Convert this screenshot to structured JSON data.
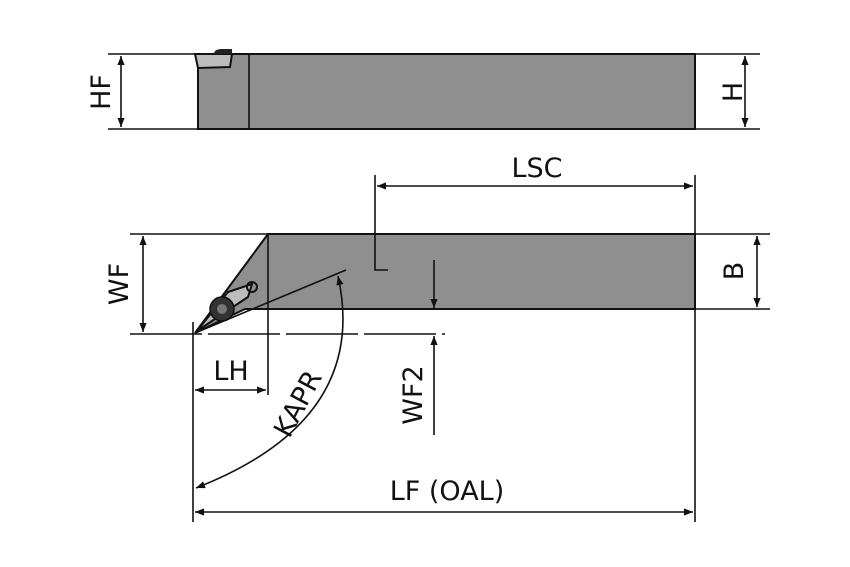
{
  "labels": {
    "hf": "HF",
    "h": "H",
    "lsc": "LSC",
    "wf": "WF",
    "b": "B",
    "lh": "LH",
    "kapr": "KAPR",
    "wf2": "WF2",
    "lf": "LF (OAL)"
  },
  "colors": {
    "body": "#8f8f8f",
    "insert": "#bdbdbd",
    "line": "#111111"
  }
}
